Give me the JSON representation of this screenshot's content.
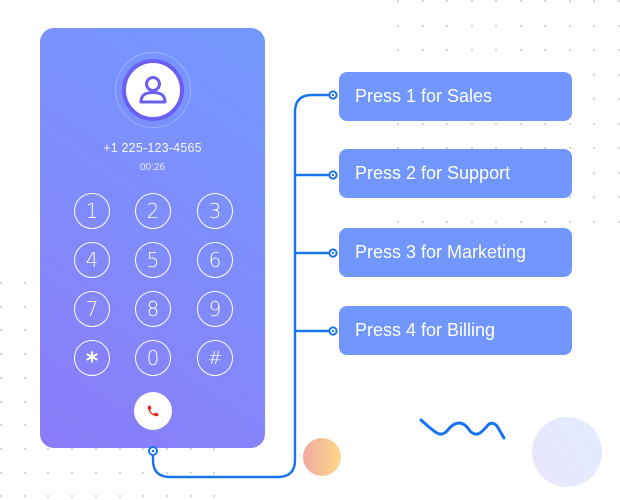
{
  "phone": {
    "avatar_icon": "user-icon",
    "number": "+1 225-123-4565",
    "call_duration": "00:26",
    "keypad": [
      "1",
      "2",
      "3",
      "4",
      "5",
      "6",
      "7",
      "8",
      "9",
      "*",
      "0",
      "#"
    ],
    "call_button_icon": "phone-hangup-icon",
    "colors": {
      "gradient_start": "#8c7bf9",
      "gradient_end": "#7399ff",
      "hangup_icon": "#e8261a",
      "avatar_ring": "#6b5ef2"
    }
  },
  "ivr_menu": {
    "options": [
      {
        "label": "Press 1 for Sales"
      },
      {
        "label": "Press 2 for Support"
      },
      {
        "label": "Press 3 for Marketing"
      },
      {
        "label": "Press 4 for Billing"
      }
    ],
    "colors": {
      "option_bg": "#7197fd",
      "connector": "#1a73f0"
    }
  },
  "decorations": {
    "dot_color": "#c3c6cc",
    "orange_circle": [
      "#f0aaa0",
      "#fdd88a"
    ],
    "lavender_circle": [
      "#ebe6fd",
      "#e2ecfd"
    ],
    "wave_color": "#1a73f0"
  }
}
